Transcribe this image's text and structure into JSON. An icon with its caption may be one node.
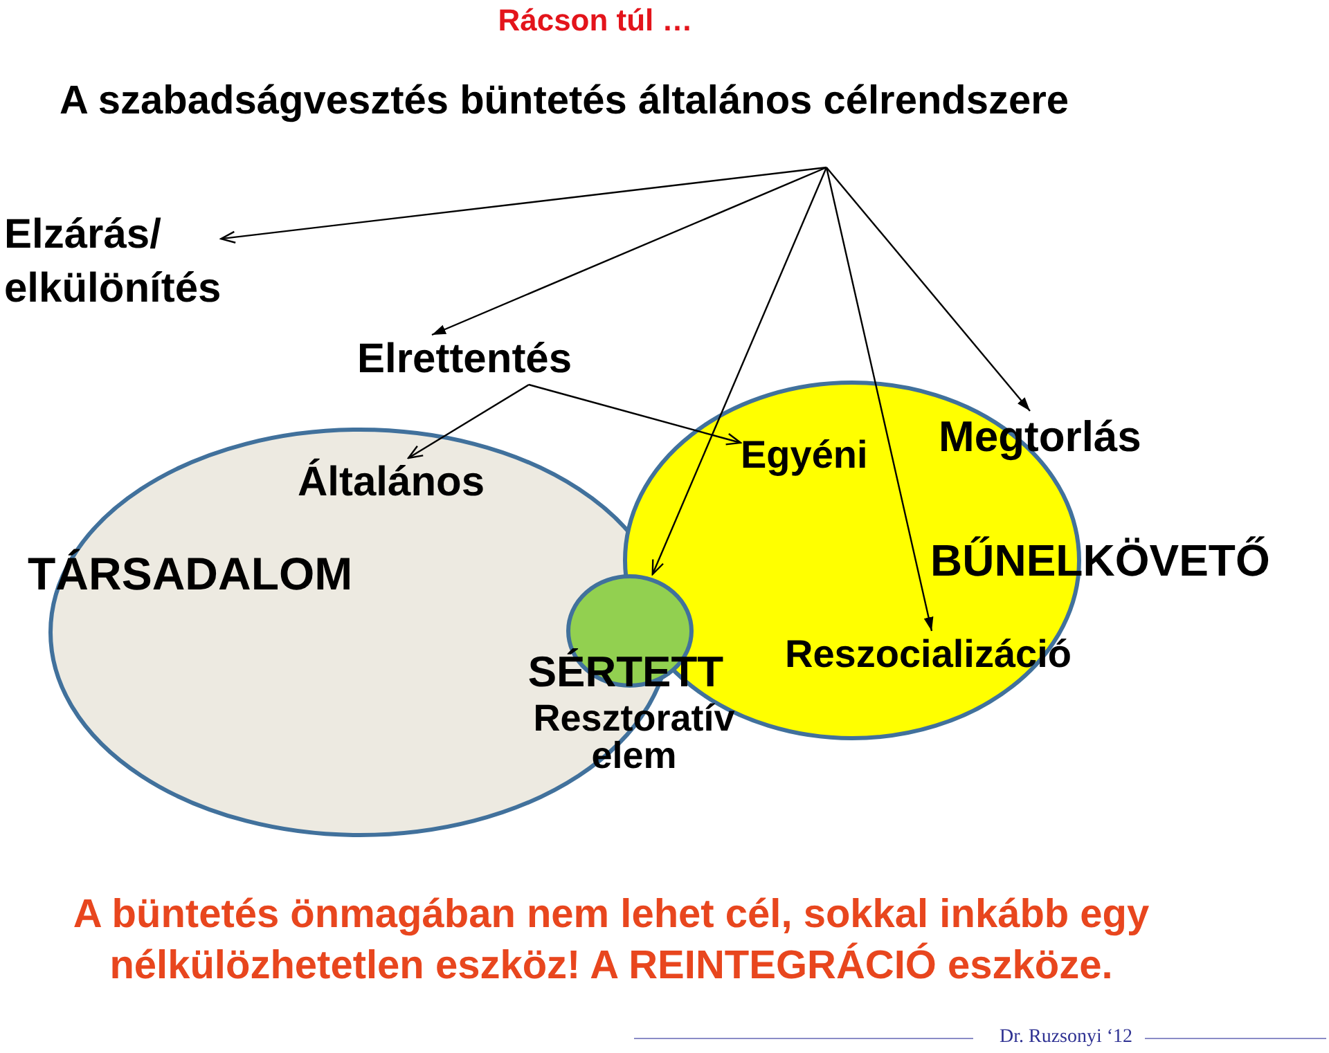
{
  "diagram": {
    "title": "A szabadságvesztés büntetés általános célrendszere",
    "caption": "A büntetés önmagában nem lehet cél, sokkal inkább egy nélkülözhetetlen eszköz! A REINTEGRÁCIÓ eszköze.",
    "nodes": [
      {
        "text": [
          "Elzárás/ elkülönítés"
        ]
      },
      {
        "text": [
          "Elrettentés"
        ]
      },
      {
        "text": [
          "TÁRSADALOM"
        ]
      },
      {
        "text": [
          "Általános"
        ],
        "in": 2
      },
      {
        "text": [
          "BŰNELKÖVETŐ"
        ]
      },
      {
        "text": [
          "Egyéni"
        ],
        "in": 4
      },
      {
        "text": [
          "Megtorlás"
        ]
      },
      {
        "text": [
          "SÉRTETT",
          "Resztoratív elem"
        ]
      },
      {
        "text": [
          "Reszocializáció"
        ],
        "in": 4
      }
    ],
    "edges": [
      {
        "from": null,
        "to": 0,
        "arrow": "to"
      },
      {
        "from": null,
        "to": 1,
        "arrow": "to"
      },
      {
        "from": null,
        "to": 7,
        "arrow": "to"
      },
      {
        "from": null,
        "to": 8,
        "arrow": "to"
      },
      {
        "from": null,
        "to": 6,
        "arrow": "to"
      },
      {
        "from": 1,
        "to": 3,
        "arrow": "to"
      },
      {
        "from": 1,
        "to": 5,
        "arrow": "to"
      }
    ],
    "labels": [
      "Rácson túl …",
      "Dr. Ruzsonyi ‘12"
    ]
  }
}
